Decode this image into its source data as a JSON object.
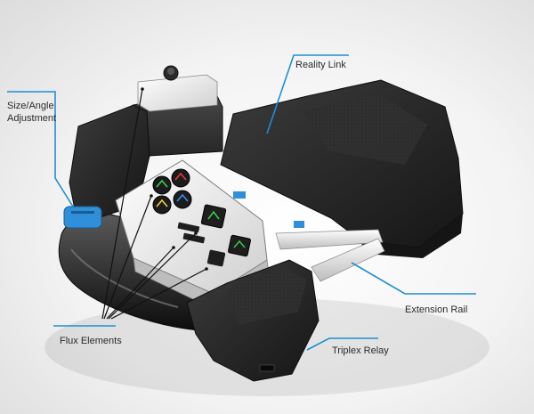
{
  "labels": {
    "size_angle_line1": "Size/Angle",
    "size_angle_line2": "Adjustment",
    "reality_link": "Reality Link",
    "extension_rail": "Extension Rail",
    "triplex_relay": "Triplex Relay",
    "flux_elements": "Flux Elements"
  },
  "colors": {
    "callout_line": "#1e8fd0",
    "accent_blue": "#2f8fd8",
    "shell_dark": "#232323",
    "panel_white": "#f2f2f2",
    "background": "#efefef"
  }
}
